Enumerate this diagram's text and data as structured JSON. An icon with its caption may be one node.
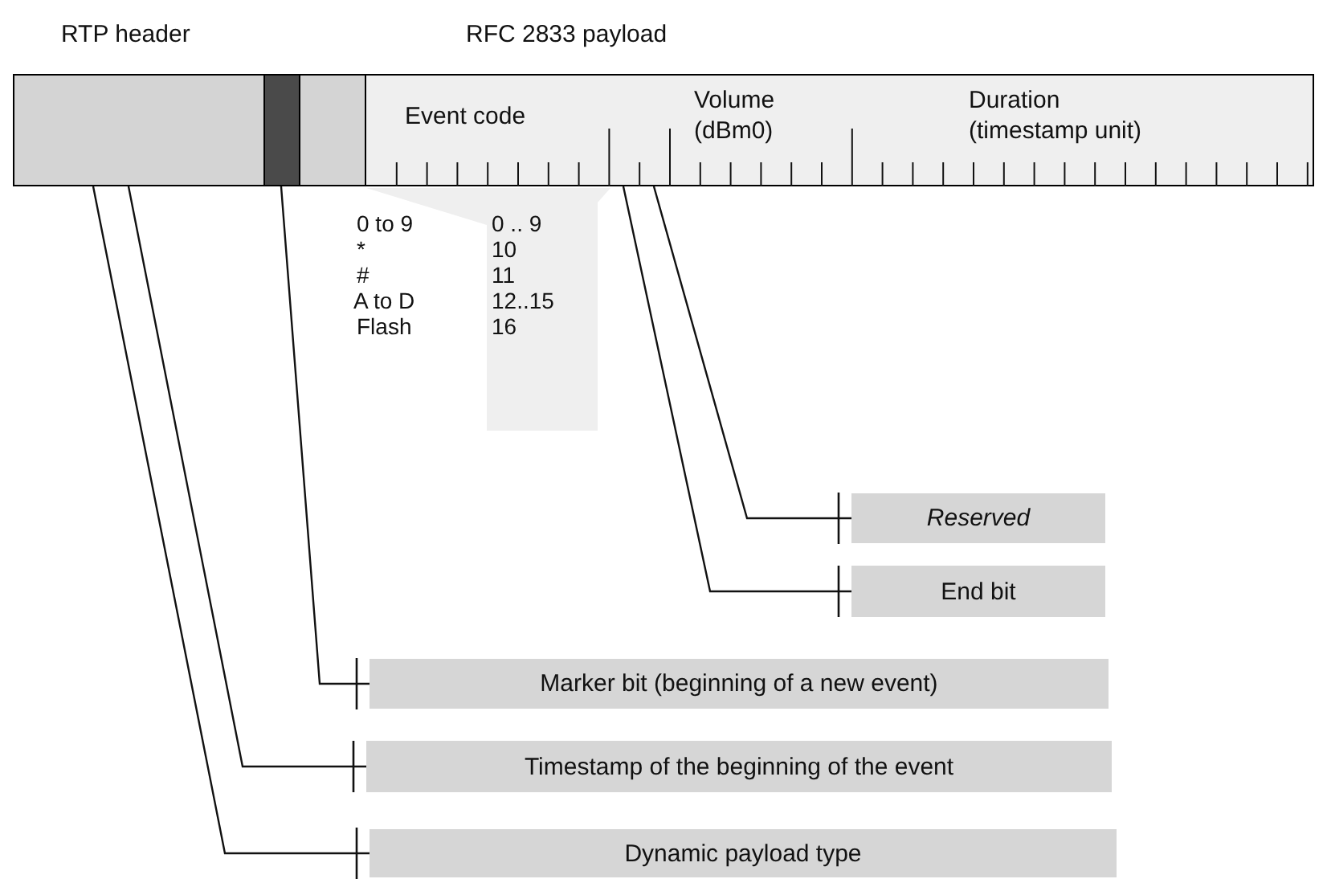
{
  "diagram": {
    "nodes": [
      {
        "text": [],
        "shape": "box"
      },
      {
        "text": [],
        "shape": "bar"
      },
      {
        "text": [],
        "shape": "box"
      },
      {
        "text": [
          "Event code"
        ]
      },
      {
        "text": [],
        "shape": "box"
      },
      {
        "text": [],
        "shape": "box"
      },
      {
        "text": [
          "Volume (dBm0)"
        ]
      },
      {
        "text": [
          "Duration (timestamp unit)"
        ]
      },
      {
        "text": [
          "Reserved"
        ]
      },
      {
        "text": [
          "End bit"
        ]
      },
      {
        "text": [
          "Marker bit (beginning of a new event)"
        ]
      },
      {
        "text": [
          "Timestamp of the beginning of the event"
        ]
      },
      {
        "text": [
          "Dynamic payload type"
        ]
      }
    ],
    "edges": [
      {
        "from": 0,
        "to": 12,
        "arrow": "other"
      },
      {
        "from": 0,
        "to": 11,
        "arrow": "other"
      },
      {
        "from": 1,
        "to": 10,
        "arrow": "other"
      },
      {
        "from": 4,
        "to": 9,
        "arrow": "other"
      },
      {
        "from": 5,
        "to": 8,
        "arrow": "other"
      }
    ],
    "labels": [
      "RTP header",
      "RFC 2833 payload",
      "0 to 9",
      "0 .. 9",
      "*",
      "10",
      "#",
      "11",
      "A to D",
      "12..15",
      "Flash",
      "16"
    ]
  }
}
